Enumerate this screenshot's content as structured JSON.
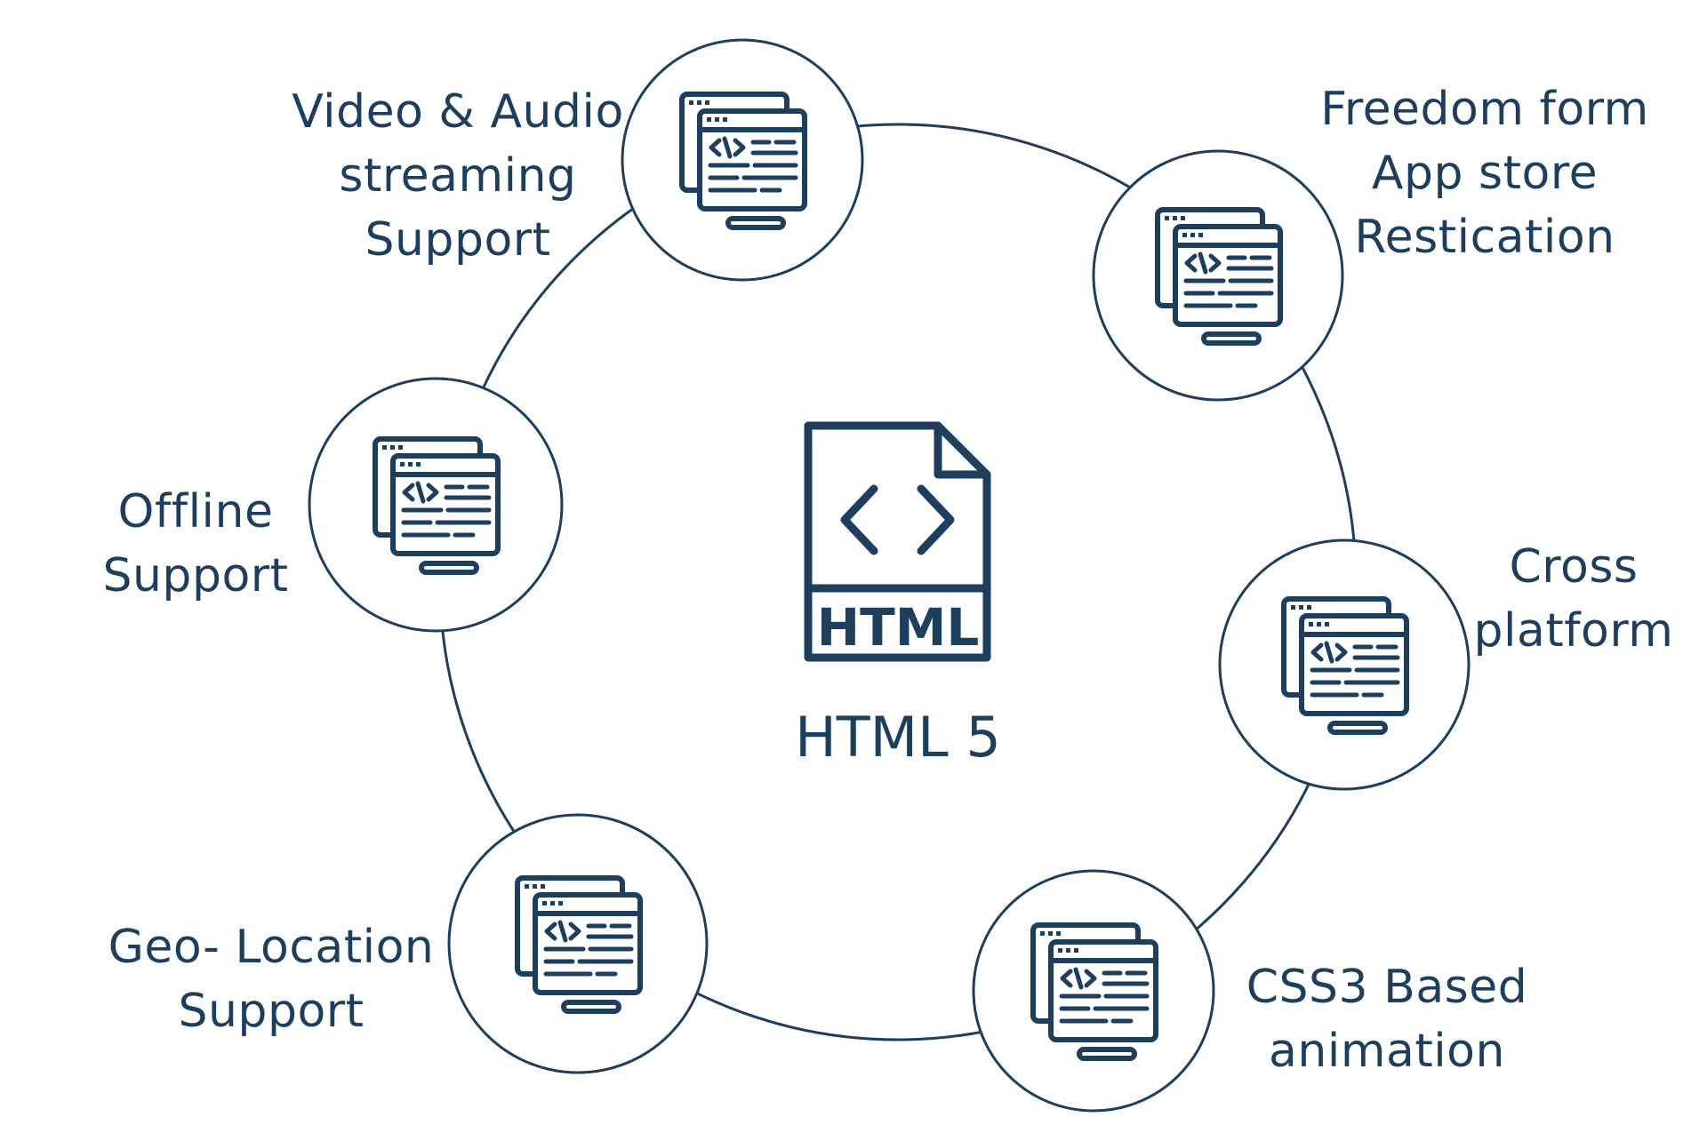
{
  "center": {
    "file_badge": "HTML",
    "title": "HTML 5",
    "icon": "html-file-icon"
  },
  "features": [
    {
      "id": "video-audio",
      "lines": [
        "Video & Audio",
        "streaming",
        "Support"
      ],
      "icon": "code-monitor-icon"
    },
    {
      "id": "app-store",
      "lines": [
        "Freedom form",
        "App store",
        "Restication"
      ],
      "icon": "code-monitor-icon"
    },
    {
      "id": "cross-platform",
      "lines": [
        "Cross",
        "platform"
      ],
      "icon": "code-monitor-icon"
    },
    {
      "id": "css3-animation",
      "lines": [
        "CSS3 Based",
        "animation"
      ],
      "icon": "code-monitor-icon"
    },
    {
      "id": "geo-location",
      "lines": [
        "Geo- Location",
        "Support"
      ],
      "icon": "code-monitor-icon"
    },
    {
      "id": "offline",
      "lines": [
        "Offline",
        "Support"
      ],
      "icon": "code-monitor-icon"
    }
  ],
  "colors": {
    "stroke": "#1e3e5e",
    "background": "#ffffff"
  }
}
